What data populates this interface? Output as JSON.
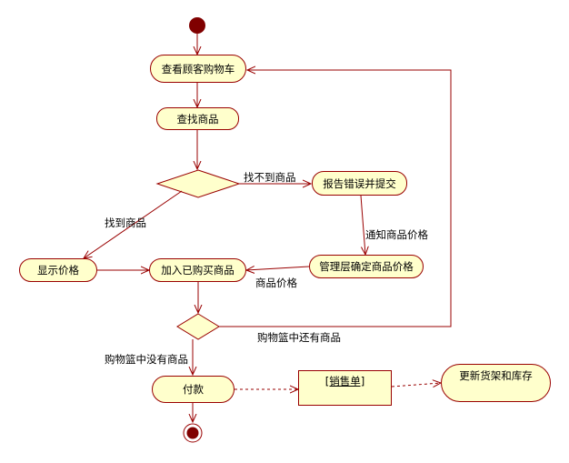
{
  "activities": {
    "view_cart": "查看顾客购物车",
    "find_item": "查找商品",
    "report_error": "报告错误并提交",
    "show_price": "显示价格",
    "add_item": "加入已购买商品",
    "mgmt_price": "管理层确定商品价格",
    "pay": "付款",
    "update_shelf": "更新货架和库存"
  },
  "object_node": {
    "label": "[销售单]"
  },
  "guards": {
    "not_found": "找不到商品",
    "found": "找到商品",
    "notify_price": "通知商品价格",
    "item_price": "商品价格",
    "more_items": "购物篮中还有商品",
    "no_items": "购物篮中没有商品"
  },
  "colors": {
    "fill": "#ffffcc",
    "border": "#990000",
    "initial": "#800000",
    "line": "#990000"
  }
}
